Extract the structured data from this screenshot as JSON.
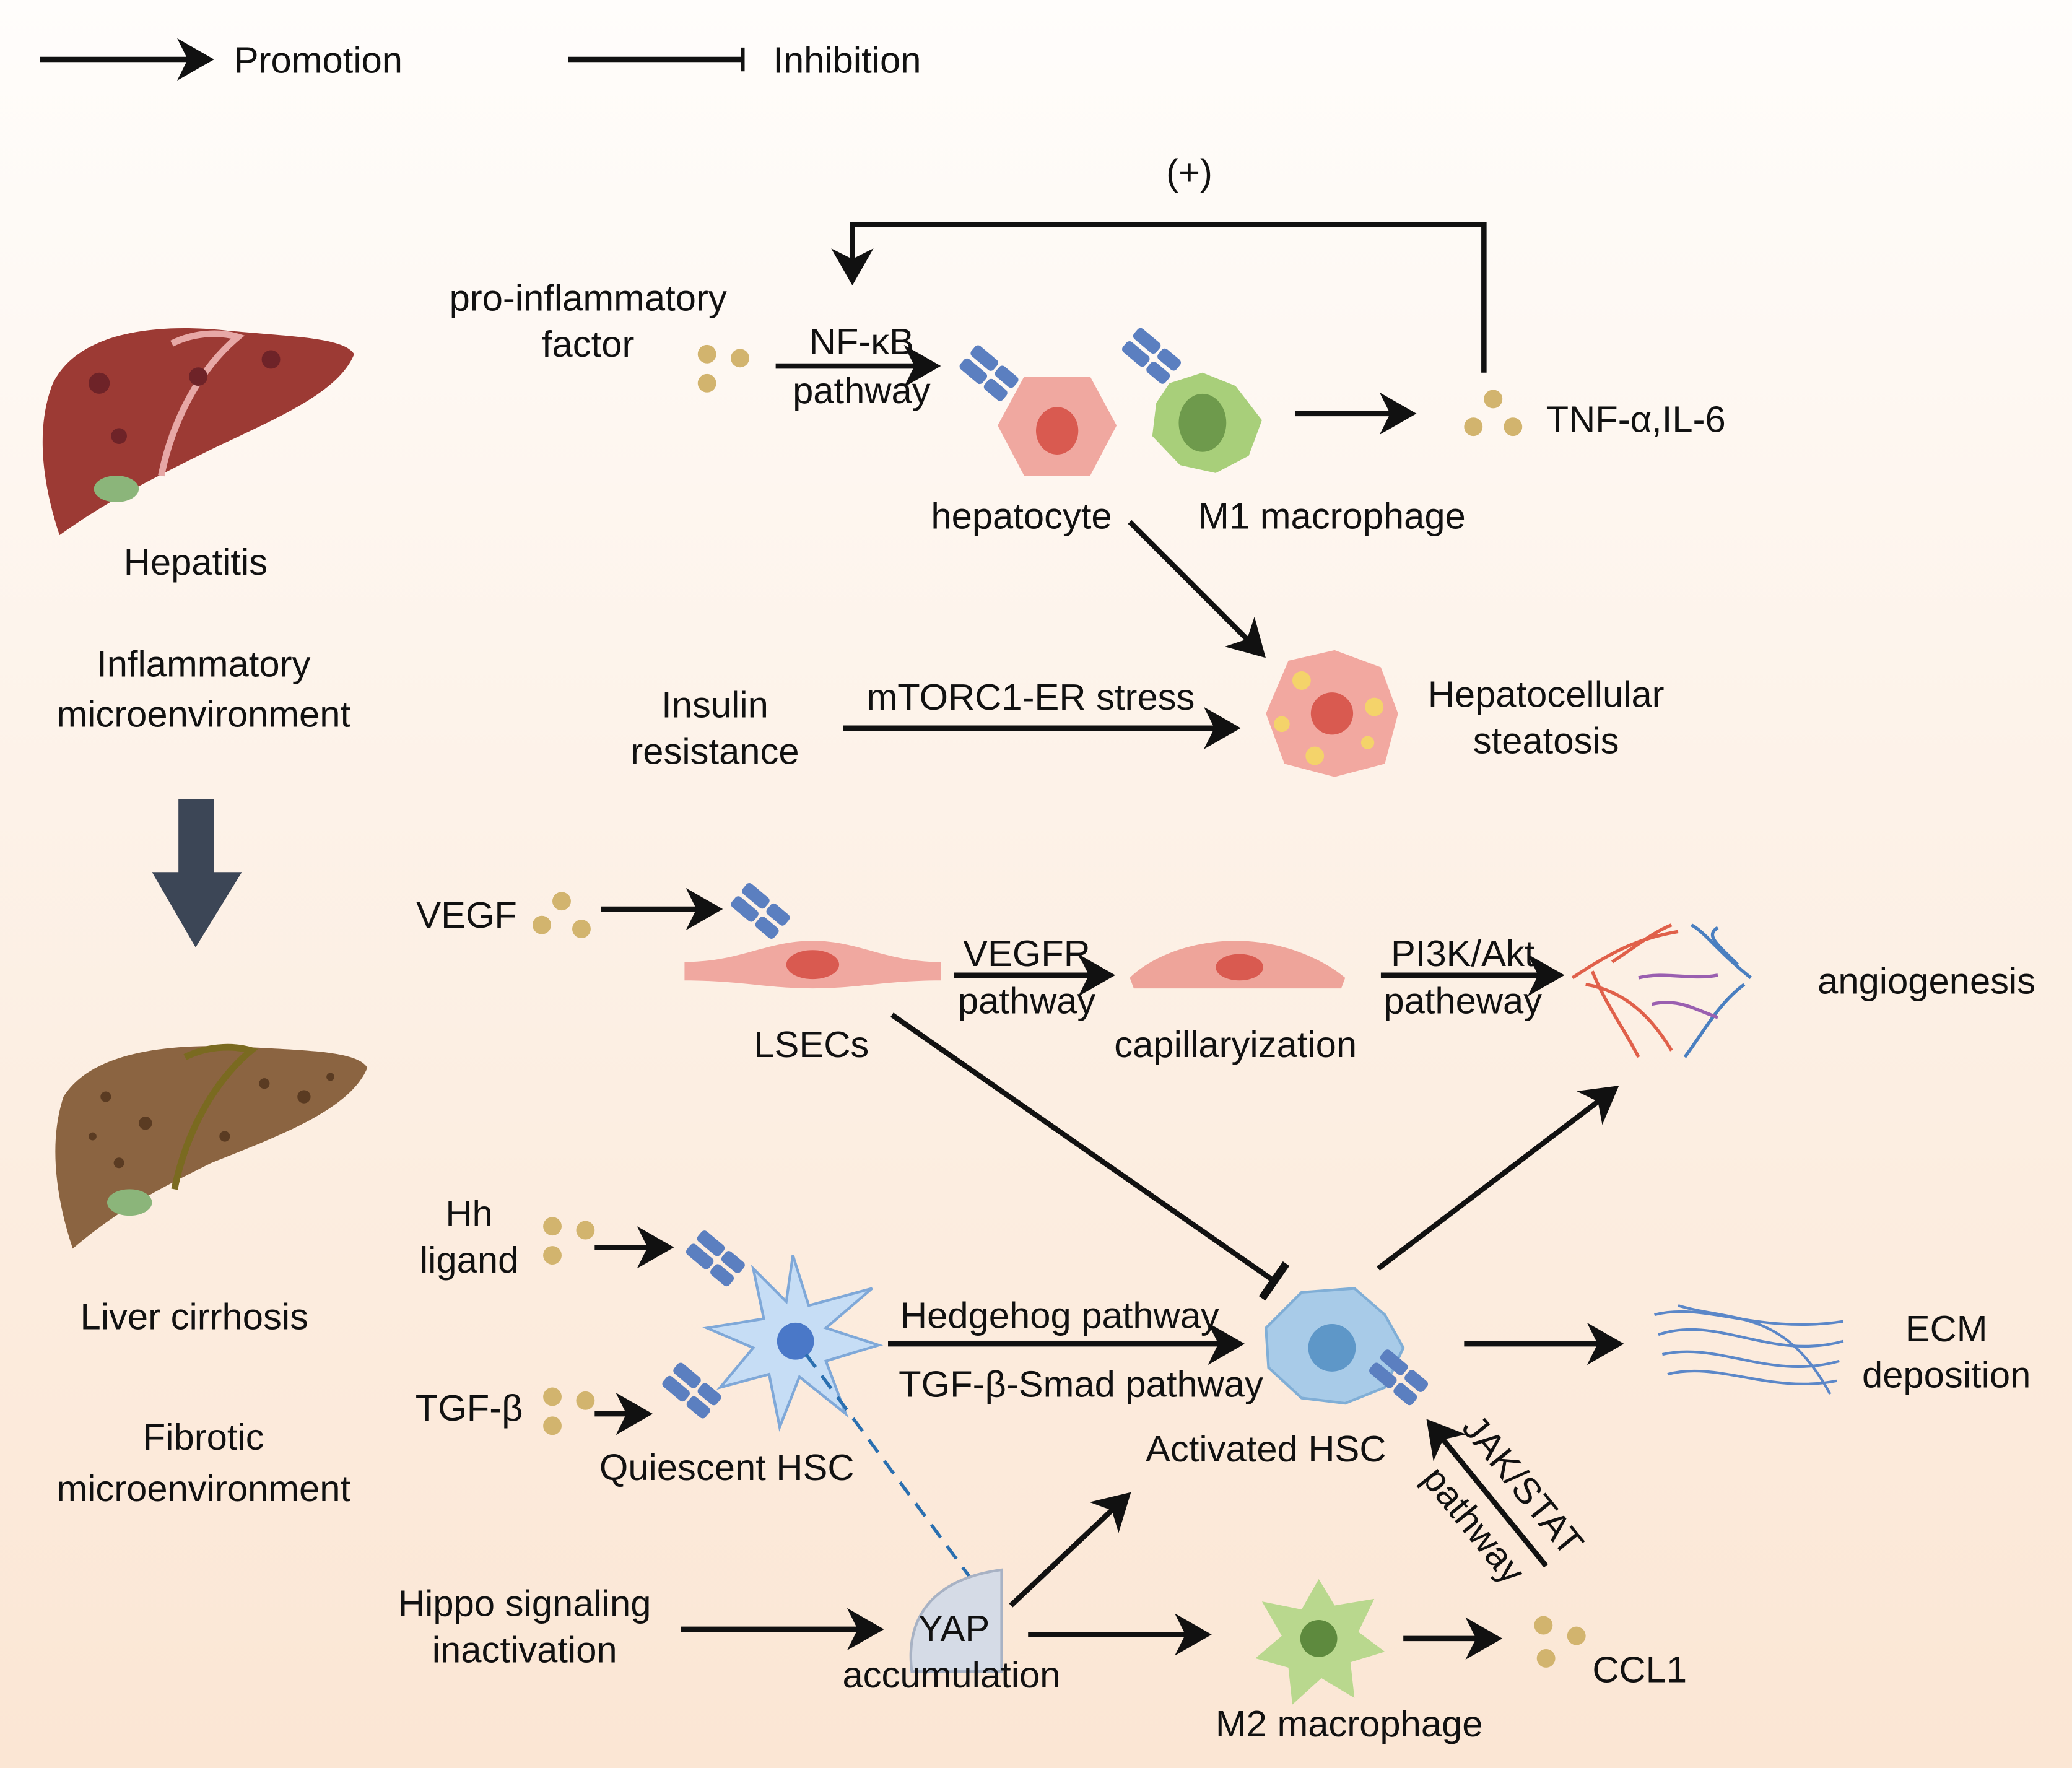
{
  "legend": {
    "promotion": "Promotion",
    "inhibition": "Inhibition"
  },
  "feedback_label": "(+)",
  "inflammatory": {
    "pro_inflammatory_1": "pro-inflammatory",
    "pro_inflammatory_2": "factor",
    "nfkb_1": "NF-κB",
    "nfkb_2": "pathway",
    "hepatocyte": "hepatocyte",
    "m1_macrophage": "M1 macrophage",
    "tnf": "TNF-α,IL-6",
    "insulin_1": "Insulin",
    "insulin_2": "resistance",
    "mtorc1": "mTORC1-ER stress",
    "steatosis_1": "Hepatocellular",
    "steatosis_2": "steatosis"
  },
  "left": {
    "hepatitis": "Hepatitis",
    "inflammatory_1": "Inflammatory",
    "inflammatory_2": "microenvironment",
    "cirrhosis": "Liver cirrhosis",
    "fibrotic_1": "Fibrotic",
    "fibrotic_2": "microenvironment"
  },
  "fibrotic": {
    "vegf": "VEGF",
    "lsecs": "LSECs",
    "vegfr_1": "VEGFR",
    "vegfr_2": "pathway",
    "capillaryization": "capillaryization",
    "pi3k_1": "PI3K/Akt",
    "pi3k_2": "patheway",
    "angiogenesis": "angiogenesis",
    "hh_1": "Hh",
    "hh_2": "ligand",
    "tgfb": "TGF-β",
    "quiescent_hsc": "Quiescent HSC",
    "hedgehog": "Hedgehog pathway",
    "tgfb_smad": "TGF-β-Smad pathway",
    "activated_hsc": "Activated HSC",
    "ecm_1": "ECM",
    "ecm_2": "deposition",
    "hippo_1": "Hippo signaling",
    "hippo_2": "inactivation",
    "yap": "YAP",
    "yap_2": "accumulation",
    "m2_macrophage": "M2 macrophage",
    "ccl1": "CCL1",
    "jakstat_1": "JAK/STAT",
    "jakstat_2": "pathway"
  },
  "colors": {
    "arrow": "#111111",
    "big_arrow": "#3c4656",
    "ligand": "#d2b46e",
    "receptor": "#5b7fc0",
    "dashed_link": "#2a6fb0"
  }
}
